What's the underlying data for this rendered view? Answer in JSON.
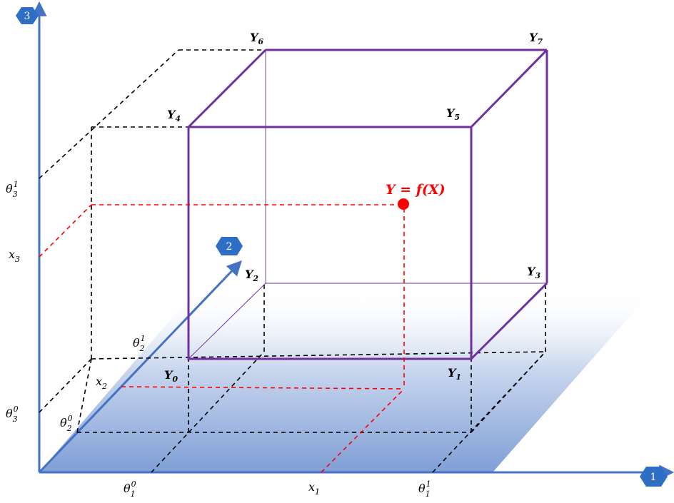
{
  "axes": {
    "axis1": "1",
    "axis2": "2",
    "axis3": "3"
  },
  "vertices": {
    "y0": "Y",
    "y0_sub": "0",
    "y1": "Y",
    "y1_sub": "1",
    "y2": "Y",
    "y2_sub": "2",
    "y3": "Y",
    "y3_sub": "3",
    "y4": "Y",
    "y4_sub": "4",
    "y5": "Y",
    "y5_sub": "5",
    "y6": "Y",
    "y6_sub": "6",
    "y7": "Y",
    "y7_sub": "7"
  },
  "point": {
    "label": "Y = f(X)"
  },
  "ticks": {
    "theta1_0": {
      "base": "θ",
      "sub": "1",
      "sup": "0"
    },
    "theta1_1": {
      "base": "θ",
      "sub": "1",
      "sup": "1"
    },
    "theta2_0": {
      "base": "θ",
      "sub": "2",
      "sup": "0"
    },
    "theta2_1": {
      "base": "θ",
      "sub": "2",
      "sup": "1"
    },
    "theta3_0": {
      "base": "θ",
      "sub": "3",
      "sup": "0"
    },
    "theta3_1": {
      "base": "θ",
      "sub": "3",
      "sup": "1"
    },
    "x1": {
      "base": "x",
      "sub": "1"
    },
    "x2": {
      "base": "x",
      "sub": "2"
    },
    "x3": {
      "base": "x",
      "sub": "3"
    }
  },
  "colors": {
    "axis": "#4472c4",
    "badge": "#2e6ec4",
    "cube": "#7030a0",
    "point": "#ff0000",
    "guide": "#000000"
  }
}
